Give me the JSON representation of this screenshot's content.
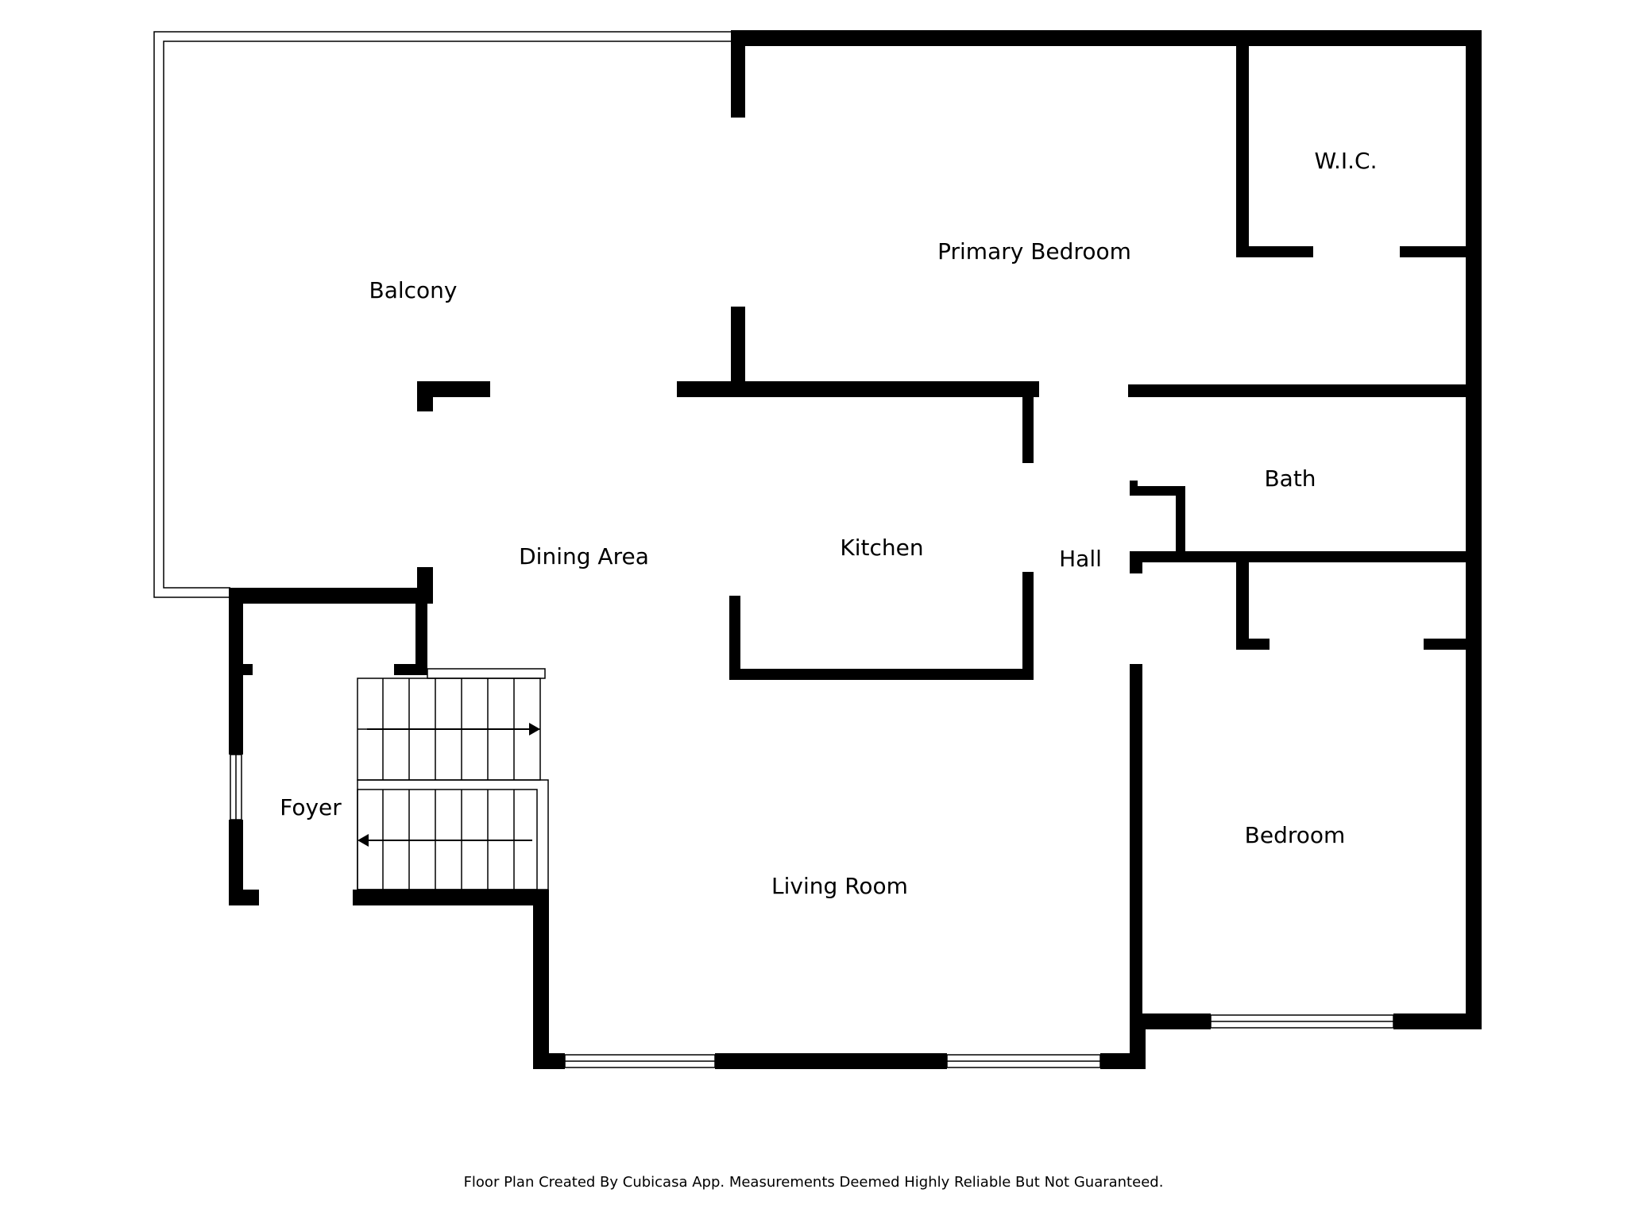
{
  "rooms": {
    "balcony": "Balcony",
    "primary_bedroom": "Primary Bedroom",
    "wic": "W.I.C.",
    "bath": "Bath",
    "dining_area": "Dining Area",
    "kitchen": "Kitchen",
    "hall": "Hall",
    "foyer": "Foyer",
    "living_room": "Living Room",
    "bedroom": "Bedroom"
  },
  "footer": {
    "disclaimer": "Floor Plan Created By Cubicasa App. Measurements Deemed Highly Reliable But Not Guaranteed."
  },
  "colors": {
    "wall": "#000000",
    "background": "#ffffff"
  }
}
